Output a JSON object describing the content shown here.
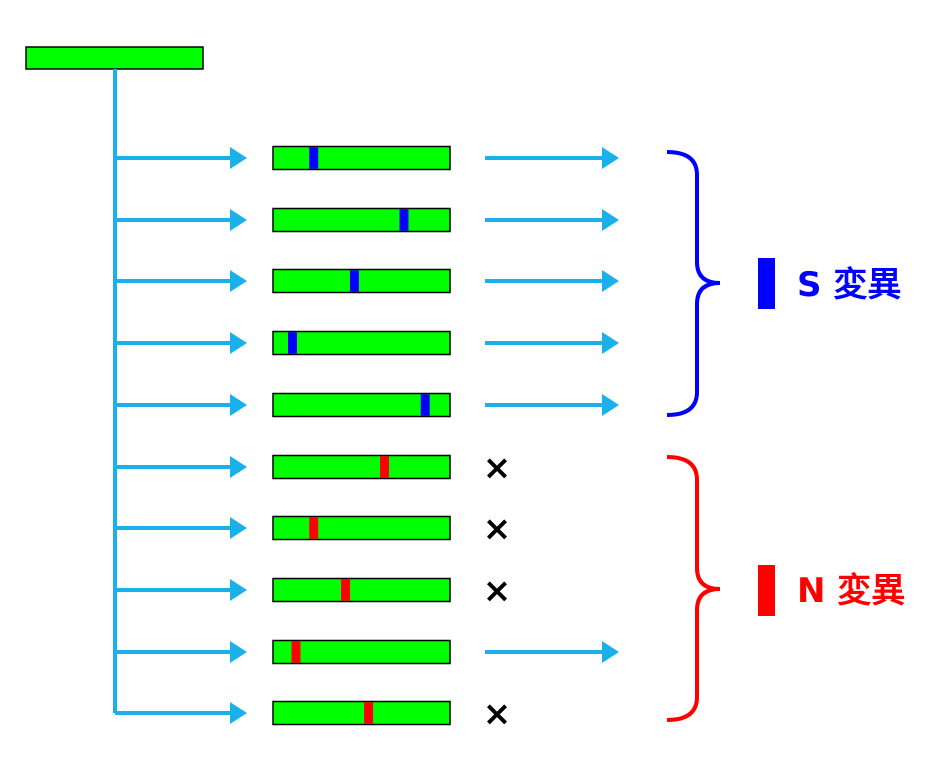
{
  "colors": {
    "sequence_fill": "#00ff00",
    "sequence_border": "#000000",
    "arrow": "#1ab0ea",
    "s_mutation": "#0000ff",
    "n_mutation": "#ff0000",
    "cross": "#000000"
  },
  "parent_sequence": {
    "fill": "sequence_fill"
  },
  "rows": [
    {
      "mutation_type": "S",
      "mutation_position": 0.23,
      "outcome": "arrow"
    },
    {
      "mutation_type": "S",
      "mutation_position": 0.74,
      "outcome": "arrow"
    },
    {
      "mutation_type": "S",
      "mutation_position": 0.46,
      "outcome": "arrow"
    },
    {
      "mutation_type": "S",
      "mutation_position": 0.11,
      "outcome": "arrow"
    },
    {
      "mutation_type": "S",
      "mutation_position": 0.86,
      "outcome": "arrow"
    },
    {
      "mutation_type": "N",
      "mutation_position": 0.63,
      "outcome": "cross"
    },
    {
      "mutation_type": "N",
      "mutation_position": 0.23,
      "outcome": "cross"
    },
    {
      "mutation_type": "N",
      "mutation_position": 0.41,
      "outcome": "cross"
    },
    {
      "mutation_type": "N",
      "mutation_position": 0.13,
      "outcome": "arrow"
    },
    {
      "mutation_type": "N",
      "mutation_position": 0.54,
      "outcome": "cross"
    }
  ],
  "cross_symbol": "×",
  "groups": [
    {
      "id": "s",
      "label": "S 変異",
      "color": "#0000ff"
    },
    {
      "id": "n",
      "label": "N 変異",
      "color": "#ff0000"
    }
  ]
}
